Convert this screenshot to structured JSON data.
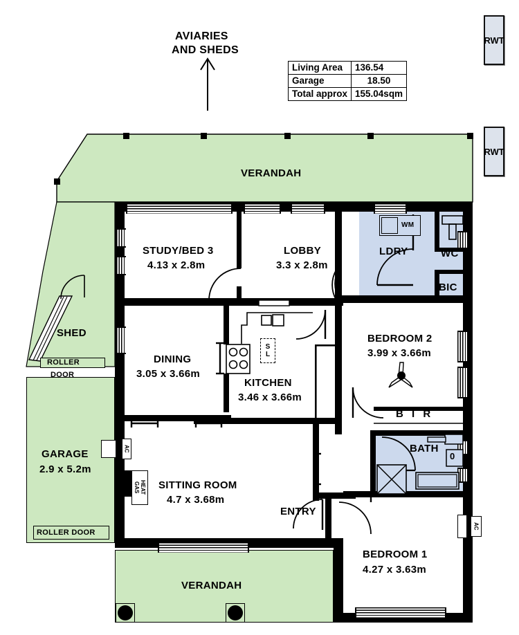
{
  "plan": {
    "north_note": {
      "line1": "AVIARIES",
      "line2": "AND SHEDS",
      "arrow": "up-arrow-icon"
    },
    "area_table": {
      "rows": [
        {
          "label": "Living Area",
          "value": "136.54"
        },
        {
          "label": "Garage",
          "value": "18.50"
        },
        {
          "label": "Total approx",
          "value": "155.04sqm"
        }
      ]
    },
    "tanks": [
      {
        "name": "rain-water-tank-upper",
        "label": "RWT"
      },
      {
        "name": "rain-water-tank-lower",
        "label": "RWT"
      }
    ],
    "rooms": [
      {
        "name": "verandah-top",
        "label": "VERANDAH",
        "dim": ""
      },
      {
        "name": "study-bed-3",
        "label": "STUDY/BED 3",
        "dim": "4.13 x 2.8m"
      },
      {
        "name": "lobby",
        "label": "LOBBY",
        "dim": "3.3 x 2.8m"
      },
      {
        "name": "laundry",
        "label": "LDRY",
        "dim": ""
      },
      {
        "name": "wc",
        "label": "WC",
        "dim": ""
      },
      {
        "name": "bic",
        "label": "BIC",
        "dim": ""
      },
      {
        "name": "washing-machine",
        "label": "WM",
        "dim": ""
      },
      {
        "name": "shed",
        "label": "SHED",
        "dim": ""
      },
      {
        "name": "dining",
        "label": "DINING",
        "dim": "3.05 x 3.66m"
      },
      {
        "name": "kitchen",
        "label": "KITCHEN",
        "dim": "3.46 x 3.66m"
      },
      {
        "name": "bedroom-2",
        "label": "BEDROOM 2",
        "dim": "3.99 x 3.66m"
      },
      {
        "name": "built-in-robe",
        "label": "B I R",
        "dim": ""
      },
      {
        "name": "garage",
        "label": "GARAGE",
        "dim": "2.9 x 5.2m"
      },
      {
        "name": "sitting-room",
        "label": "SITTING ROOM",
        "dim": "4.7 x 3.68m"
      },
      {
        "name": "bath",
        "label": "BATH",
        "dim": ""
      },
      {
        "name": "entry",
        "label": "ENTRY",
        "dim": ""
      },
      {
        "name": "bedroom-1",
        "label": "BEDROOM 1",
        "dim": "4.27 x 3.63m"
      },
      {
        "name": "verandah-bottom",
        "label": "VERANDAH",
        "dim": ""
      }
    ],
    "fixtures": {
      "roller_door_shed_line1": "ROLLER",
      "roller_door_shed_line2": "DOOR",
      "roller_door_garage": "ROLLER DOOR",
      "skylight_line1": "S",
      "skylight_line2": "L",
      "gas_line1": "GAS",
      "gas_line2": "HEAT",
      "ac_dining": "AC",
      "ac_bed1": "AC",
      "toilet_bath": "0",
      "ceiling_fan": "ceiling-fan-icon"
    },
    "colors": {
      "outdoor_green": "#cde8c0",
      "wet_area_blue": "#ccd9ed",
      "wall_black": "#000000",
      "tank_fill": "#dde3ec"
    }
  }
}
